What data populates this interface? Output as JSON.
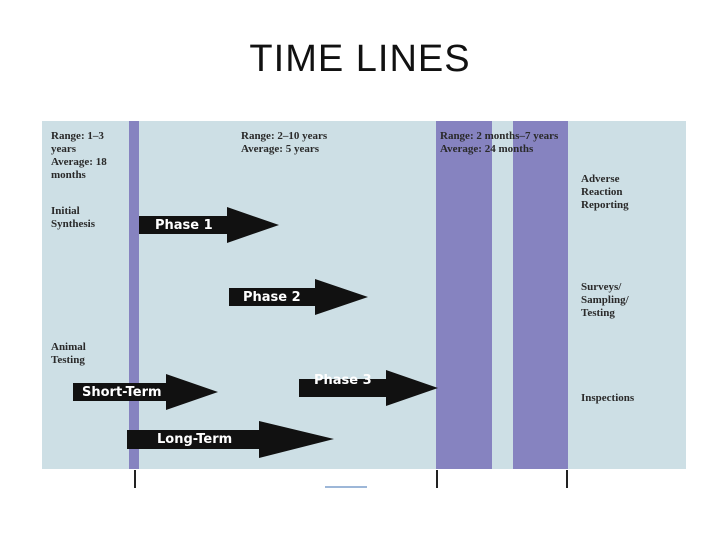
{
  "slide": {
    "title": "TIME LINES"
  },
  "col1": {
    "range": [
      "Range: 1–3",
      "years",
      "Average: 18",
      "months"
    ],
    "initial_synthesis": [
      "Initial",
      "Synthesis"
    ],
    "animal_testing": [
      "Animal",
      "Testing"
    ]
  },
  "col2": {
    "range": [
      "Range: 2–10 years",
      "Average: 5 years"
    ]
  },
  "col3": {
    "range": [
      "Range: 2 months–7 years",
      "Average: 24 months"
    ]
  },
  "col4": {
    "adverse": [
      "Adverse",
      "Reaction",
      "Reporting"
    ],
    "surveys": [
      "Surveys/",
      "Sampling/",
      "Testing"
    ],
    "inspections": "Inspections"
  },
  "arrows": {
    "phase1": "Phase 1",
    "phase2": "Phase 2",
    "phase3": "Phase 3",
    "short_term": "Short-Term",
    "long_term": "Long-Term"
  },
  "colors": {
    "panel": "#cddfe5",
    "band": "#8683c0",
    "arrow": "#111111"
  }
}
